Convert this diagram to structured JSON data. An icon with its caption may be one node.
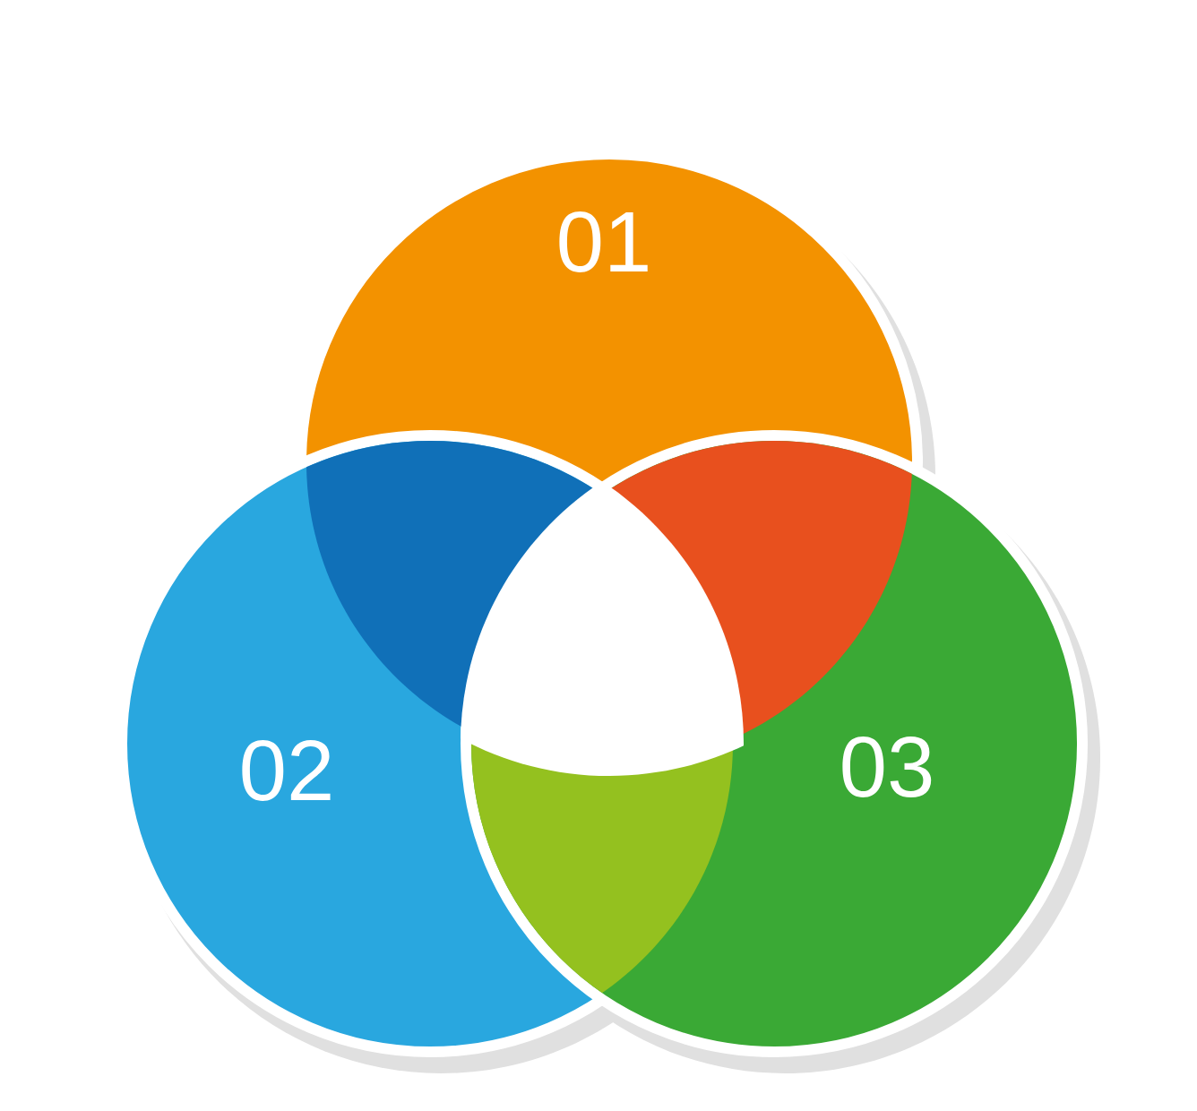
{
  "diagram": {
    "nodes": [
      {
        "text": [
          "01"
        ]
      },
      {
        "text": [
          "02"
        ]
      },
      {
        "text": [
          "03"
        ]
      }
    ]
  }
}
